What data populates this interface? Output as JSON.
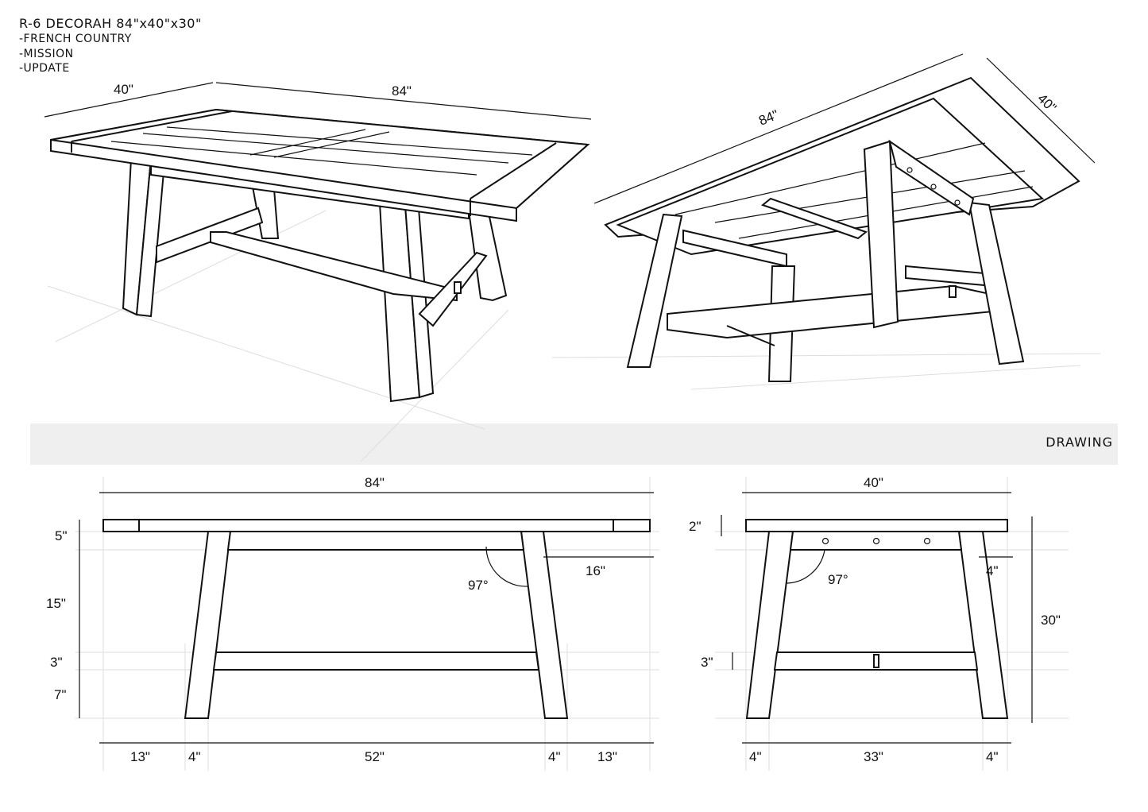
{
  "header": {
    "title": "R-6 DECORAH 84\"x40\"x30\"",
    "styles": [
      "-FRENCH COUNTRY",
      "-MISSION",
      "-UPDATE"
    ]
  },
  "section_label": "DRAWING",
  "perspective_top": {
    "width": "40\"",
    "length": "84\""
  },
  "perspective_bottom": {
    "length": "84\"",
    "width": "40\""
  },
  "front_view": {
    "length": "84\"",
    "top_thickness": "5\"",
    "apron_height": "15\"",
    "stretcher": "3\"",
    "stretcher_to_floor": "7\"",
    "leg_offset": "16\"",
    "angle": "97°",
    "bottom": [
      "13\"",
      "4\"",
      "52\"",
      "4\"",
      "13\""
    ]
  },
  "side_view": {
    "width": "40\"",
    "top_thickness": "2\"",
    "leg_width": "4\"",
    "angle": "97°",
    "height": "30\"",
    "stretcher": "3\"",
    "bottom": [
      "4\"",
      "33\"",
      "4\""
    ]
  }
}
